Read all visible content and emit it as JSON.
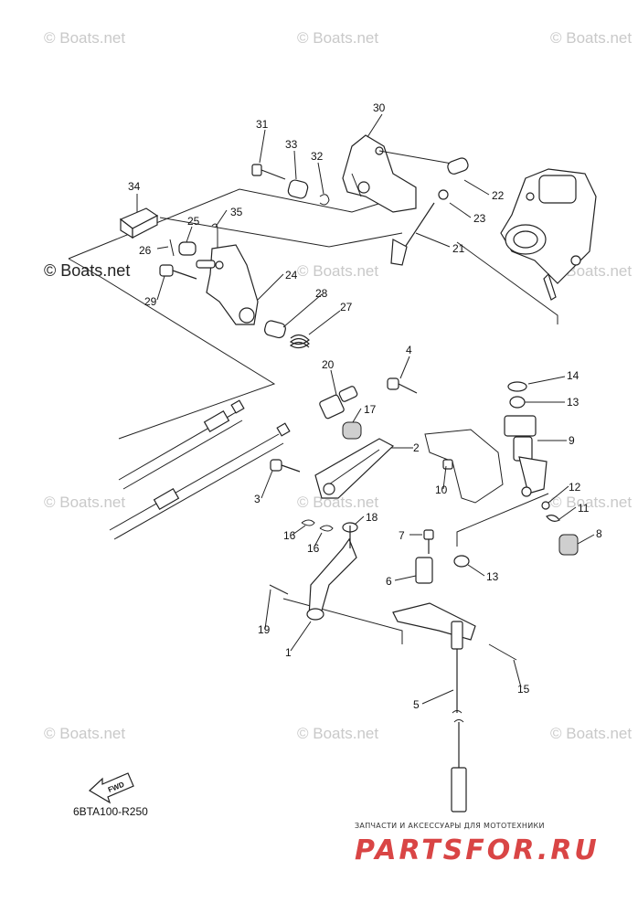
{
  "watermarks": {
    "boats": "© Boats.net",
    "boats_dark": "© Boats.net"
  },
  "diagram": {
    "code": "6BTA100-R250",
    "fwd": "FWD"
  },
  "callouts": {
    "c1": "1",
    "c2": "2",
    "c3": "3",
    "c4": "4",
    "c5": "5",
    "c6": "6",
    "c7": "7",
    "c8": "8",
    "c9": "9",
    "c10": "10",
    "c11": "11",
    "c12": "12",
    "c13a": "13",
    "c13b": "13",
    "c14": "14",
    "c15": "15",
    "c16a": "16",
    "c16b": "16",
    "c17": "17",
    "c18": "18",
    "c19": "19",
    "c20": "20",
    "c21": "21",
    "c22": "22",
    "c23": "23",
    "c24": "24",
    "c25": "25",
    "c26": "26",
    "c27": "27",
    "c28": "28",
    "c29": "29",
    "c30": "30",
    "c31": "31",
    "c32": "32",
    "c33": "33",
    "c34": "34",
    "c35": "35"
  },
  "footer": {
    "tagline": "ЗАПЧАСТИ И АКСЕССУАРЫ ДЛЯ МОТОТЕХНИКИ",
    "brand": "PARTSFOR.RU"
  }
}
